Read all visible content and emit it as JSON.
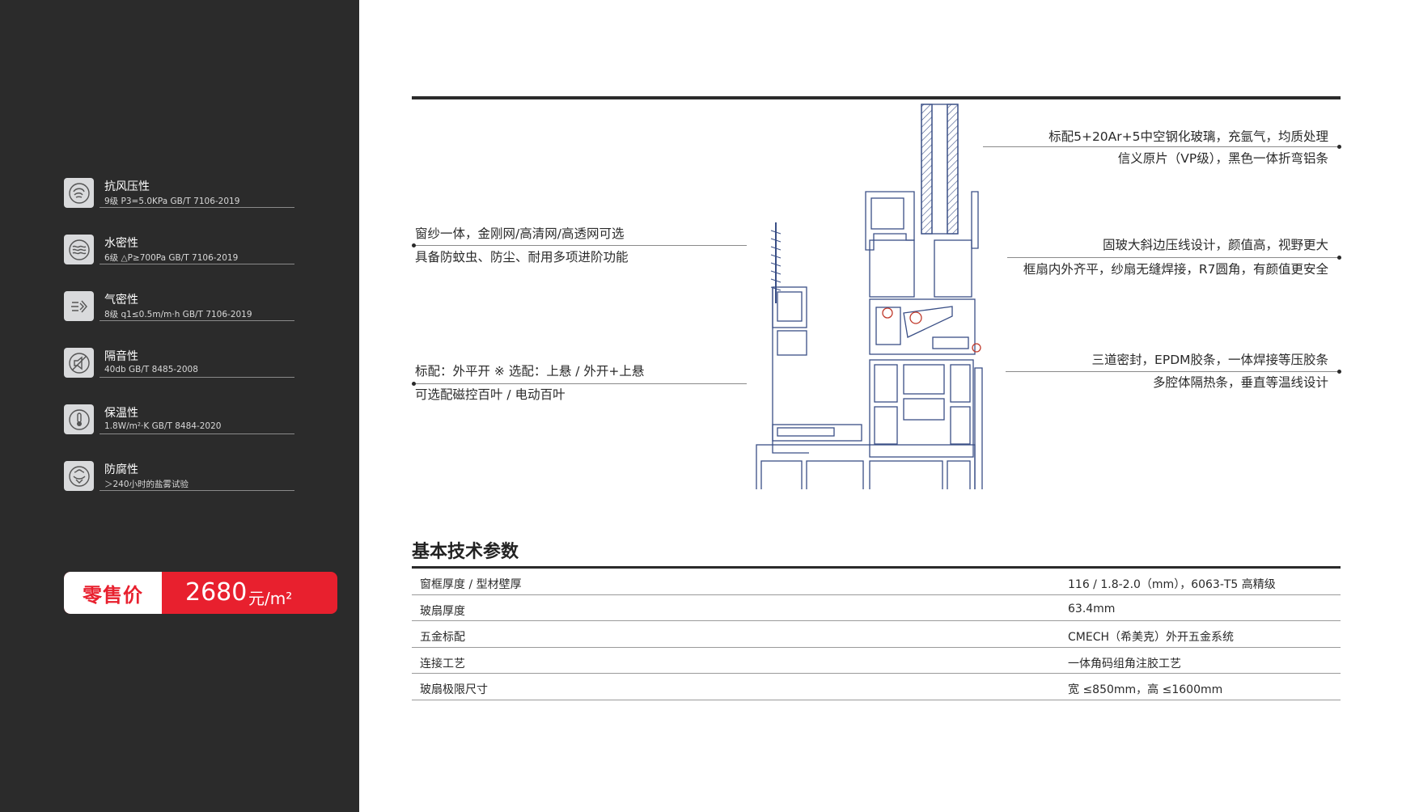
{
  "performance": [
    {
      "title": "抗风压性",
      "spec": "9级  P3=5.0KPa  GB/T 7106-2019",
      "icon": "wind-swirl-icon"
    },
    {
      "title": "水密性",
      "spec": "6级  △P≥700Pa  GB/T 7106-2019",
      "icon": "water-wave-icon"
    },
    {
      "title": "气密性",
      "spec": "8级  q1≤0.5m/m·h  GB/T 7106-2019",
      "icon": "air-flow-icon"
    },
    {
      "title": "隔音性",
      "spec": "40db  GB/T 8485-2008",
      "icon": "sound-mute-icon"
    },
    {
      "title": "保温性",
      "spec": "1.8W/m²·K  GB/T 8484-2020",
      "icon": "thermometer-icon"
    },
    {
      "title": "防腐性",
      "spec": "＞240小时的盐雾试验",
      "icon": "corrosion-shield-icon"
    }
  ],
  "price": {
    "label": "零售价",
    "value": "2680",
    "unit": "元/m²"
  },
  "callouts": {
    "glass_1": "标配5+20Ar+5中空钢化玻璃，充氩气，均质处理",
    "glass_2": "信义原片（VP级），黑色一体折弯铝条",
    "bevel_1": "固玻大斜边压线设计，颜值高，视野更大",
    "bevel_2": "框扇内外齐平，纱扇无缝焊接，R7圆角，有颜值更安全",
    "seal_1": "三道密封，EPDM胶条，一体焊接等压胶条",
    "seal_2": "多腔体隔热条，垂直等温线设计",
    "screen_1": "窗纱一体，金刚网/高清网/高透网可选",
    "screen_2": "具备防蚊虫、防尘、耐用多项进阶功能",
    "open_1": "标配：外平开   ※ 选配：上悬 / 外开+上悬",
    "open_2": "可选配磁控百叶 / 电动百叶"
  },
  "section_title": "基本技术参数",
  "specs": [
    {
      "key": "窗框厚度 / 型材壁厚",
      "value": "116 / 1.8-2.0（mm），6063-T5 高精级"
    },
    {
      "key": "玻扇厚度",
      "value": "63.4mm"
    },
    {
      "key": "五金标配",
      "value": "CMECH（希美克）外开五金系统"
    },
    {
      "key": "连接工艺",
      "value": "一体角码组角注胶工艺"
    },
    {
      "key": "玻扇极限尺寸",
      "value": "宽 ≤850mm，高 ≤1600mm"
    }
  ],
  "colors": {
    "sidebar": "#2b2b2b",
    "accent_red": "#e8202e",
    "diagram_blue": "#3a4f86"
  }
}
